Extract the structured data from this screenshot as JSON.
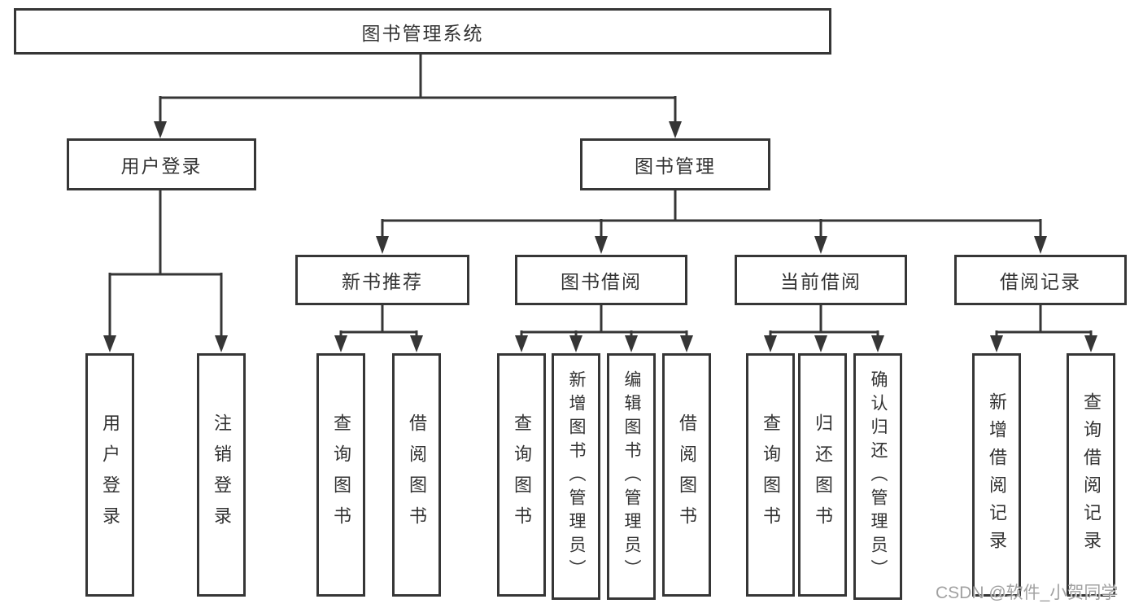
{
  "diagram_title": "图书管理系统",
  "colors": {
    "line": "#363636",
    "border": "#363636",
    "text": "#333333",
    "background": "#ffffff",
    "watermark": "#919191"
  },
  "nodes": {
    "root": {
      "label": "图书管理系统"
    },
    "user_login": {
      "label": "用户登录"
    },
    "book_mgmt": {
      "label": "图书管理"
    },
    "new_book_rec": {
      "label": "新书推荐"
    },
    "book_borrow": {
      "label": "图书借阅"
    },
    "current_borrow": {
      "label": "当前借阅"
    },
    "borrow_record": {
      "label": "借阅记录"
    },
    "ul_user_login": {
      "label": "用户登录"
    },
    "ul_logout": {
      "label": "注销登录"
    },
    "nb_query_book": {
      "label": "查询图书"
    },
    "nb_borrow_book": {
      "label": "借阅图书"
    },
    "bb_query_book": {
      "label": "查询图书"
    },
    "bb_add_book": {
      "label": "新增图书（管理员）"
    },
    "bb_edit_book": {
      "label": "编辑图书（管理员）"
    },
    "bb_borrow_book": {
      "label": "借阅图书"
    },
    "cb_query_book": {
      "label": "查询图书"
    },
    "cb_return_book": {
      "label": "归还图书"
    },
    "cb_confirm_return": {
      "label": "确认归还（管理员）"
    },
    "br_add_record": {
      "label": "新增借阅记录"
    },
    "br_query_record": {
      "label": "查询借阅记录"
    }
  },
  "watermark": {
    "text": "CSDN @软件_小贺同学"
  }
}
